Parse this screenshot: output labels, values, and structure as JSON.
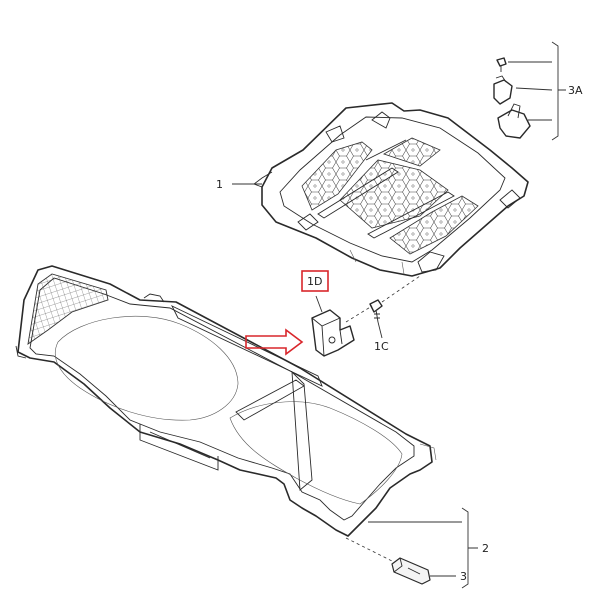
{
  "labels": {
    "part_1": "1",
    "part_1d": "1D",
    "part_1c": "1C",
    "part_3a": "3A",
    "part_2": "2",
    "part_3": "3"
  },
  "colors": {
    "highlight": "#d9262b",
    "line": "#2a2a2a",
    "background": "#ffffff"
  }
}
